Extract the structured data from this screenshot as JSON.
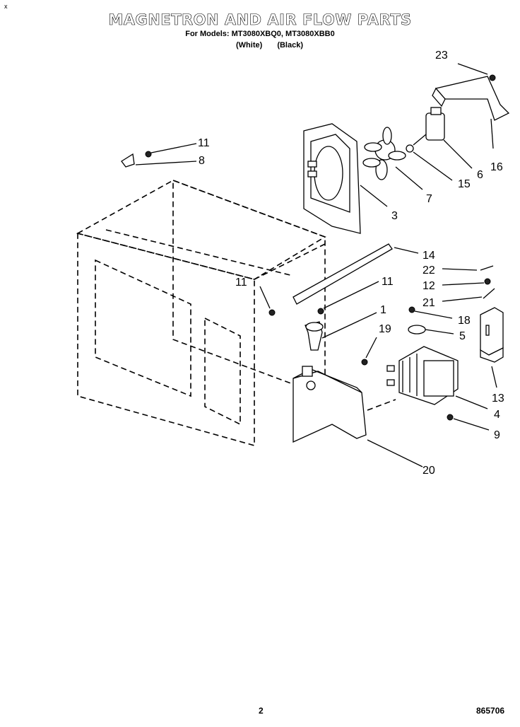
{
  "header": {
    "title": "MAGNETRON AND AIR FLOW PARTS",
    "models_line": "For Models: MT3080XBQ0, MT3080XBB0",
    "color_white": "(White)",
    "color_black": "(Black)",
    "corner_mark": "x"
  },
  "footer": {
    "page_number": "2",
    "doc_number": "865706"
  },
  "callouts": {
    "c23": "23",
    "c16": "16",
    "c6": "6",
    "c15": "15",
    "c7": "7",
    "c3": "3",
    "c11a": "11",
    "c8": "8",
    "c14": "14",
    "c22": "22",
    "c12": "12",
    "c21": "21",
    "c11b": "11",
    "c11c": "11",
    "c1": "1",
    "c18": "18",
    "c5": "5",
    "c19": "19",
    "c13": "13",
    "c4": "4",
    "c9": "9",
    "c20": "20"
  }
}
